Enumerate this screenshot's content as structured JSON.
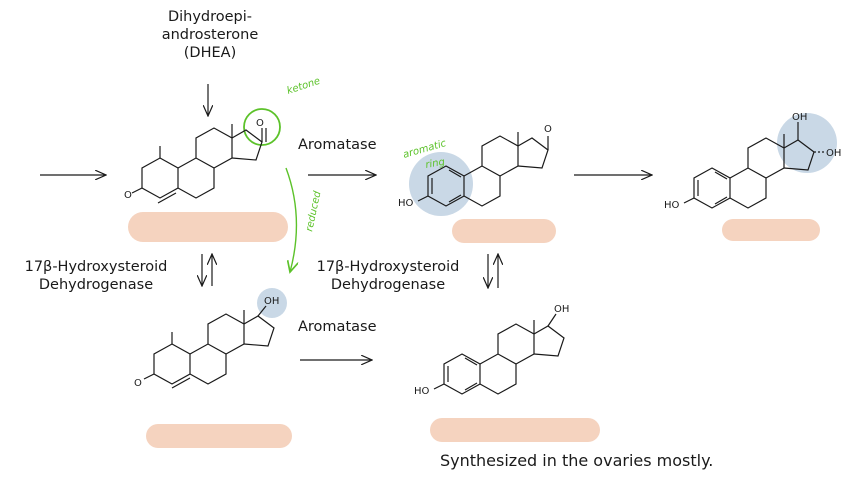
{
  "labels": {
    "dhea_line1": "Dihydroepi-",
    "dhea_line2": "androsterone",
    "dhea_line3": "(DHEA)",
    "aromatase_top": "Aromatase",
    "aromatase_bottom": "Aromatase",
    "hsd_left_line1": "17β-Hydroxysteroid",
    "hsd_left_line2": "Dehydrogenase",
    "hsd_mid_line1": "17β-Hydroxysteroid",
    "hsd_mid_line2": "Dehydrogenase",
    "footer": "Synthesized in the ovaries mostly."
  },
  "chem": {
    "o_ketone": "O",
    "o_enone": "O",
    "oh_17": "OH",
    "ho_3": "HO",
    "oh_16": "OH"
  },
  "annotations": {
    "ketone": "ketone",
    "aromatic": "aromatic",
    "ring": "ring",
    "reduced": "reduced"
  },
  "colors": {
    "highlight_blue": "#c9d8e6",
    "redaction_peach": "#f5d3bf",
    "annotation_green": "#5cc22a"
  }
}
